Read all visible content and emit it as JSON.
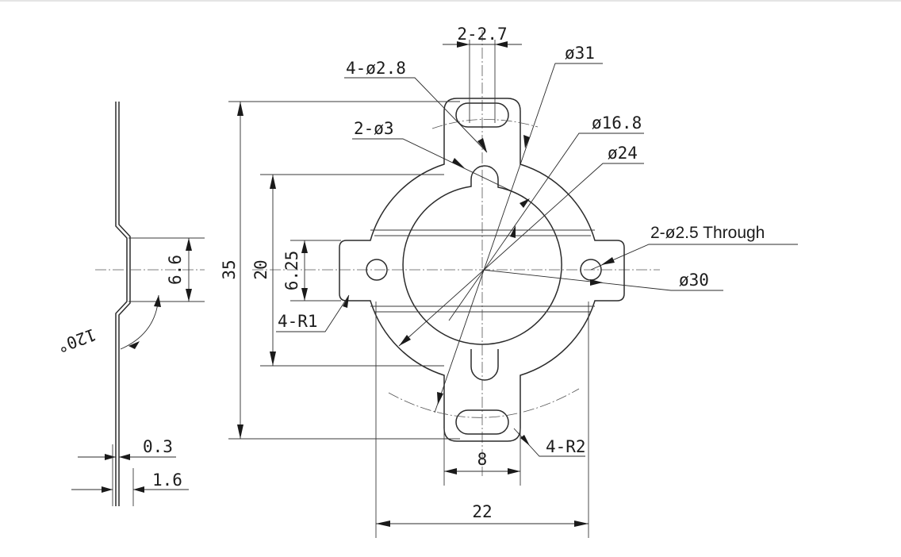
{
  "side_view": {
    "dim_offset": "6.6",
    "dim_angle": "120°",
    "dim_thickness": "0.3",
    "dim_height": "1.6"
  },
  "front_view": {
    "dim_height_outer": "35",
    "dim_height_inner": "20",
    "dim_tab_height": "6.25",
    "dim_slot_gap": "2-2.7",
    "dim_slot_holes": "4-ø2.8",
    "dim_notch": "2-ø3",
    "dim_dia_31": "ø31",
    "dim_dia_16_8": "ø16.8",
    "dim_dia_24": "ø24",
    "dim_through": "2-ø2.5 Through",
    "dim_dia_30": "ø30",
    "dim_radius_r1": "4-R1",
    "dim_radius_r2": "4-R2",
    "dim_width_8": "8",
    "dim_width_22": "22"
  }
}
